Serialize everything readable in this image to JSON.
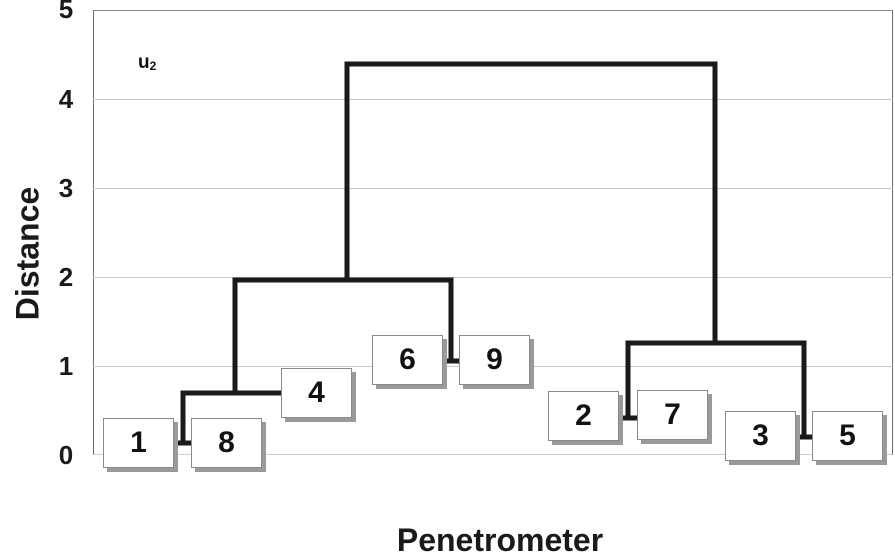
{
  "chart_data": {
    "type": "dendrogram",
    "title": "",
    "annotation": {
      "base": "u",
      "sub": "2"
    },
    "xlabel": "Penetrometer",
    "ylabel": "Distance",
    "ylim": [
      0,
      5
    ],
    "yticks": [
      "0",
      "1",
      "2",
      "3",
      "4",
      "5"
    ],
    "grid": true,
    "leaf_order": [
      "1",
      "8",
      "4",
      "6",
      "9",
      "2",
      "7",
      "3",
      "5"
    ],
    "merges": [
      {
        "cluster": [
          "1",
          "8"
        ],
        "height": 0.13
      },
      {
        "cluster": [
          "3",
          "5"
        ],
        "height": 0.2
      },
      {
        "cluster": [
          "2",
          "7"
        ],
        "height": 0.42
      },
      {
        "cluster": [
          "1",
          "8",
          "4"
        ],
        "height": 0.7
      },
      {
        "cluster": [
          "6",
          "9"
        ],
        "height": 1.06
      },
      {
        "cluster": [
          "2",
          "7",
          "3",
          "5"
        ],
        "height": 1.26
      },
      {
        "cluster": [
          "1",
          "8",
          "4",
          "6",
          "9"
        ],
        "height": 1.97
      },
      {
        "cluster": [
          "1",
          "8",
          "4",
          "6",
          "9",
          "2",
          "7",
          "3",
          "5"
        ],
        "height": 4.4
      }
    ]
  },
  "leaves": [
    {
      "label": "1"
    },
    {
      "label": "8"
    },
    {
      "label": "4"
    },
    {
      "label": "6"
    },
    {
      "label": "9"
    },
    {
      "label": "2"
    },
    {
      "label": "7"
    },
    {
      "label": "3"
    },
    {
      "label": "5"
    }
  ]
}
